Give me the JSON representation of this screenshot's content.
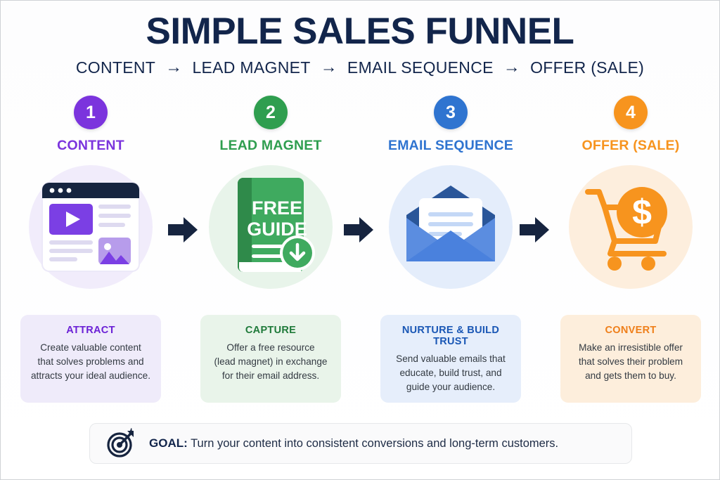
{
  "header": {
    "title": "SIMPLE SALES FUNNEL",
    "flow": [
      "CONTENT",
      "LEAD MAGNET",
      "EMAIL SEQUENCE",
      "OFFER (SALE)"
    ],
    "arrow_glyph": "→"
  },
  "colors": {
    "navy": "#12254b",
    "purple": "#7b34dd",
    "green": "#2f9e4f",
    "blue": "#2f74d0",
    "orange": "#f7941e",
    "page_bg": "#ffffff"
  },
  "steps": [
    {
      "number": "1",
      "label": "CONTENT",
      "accent": "#7b34dd",
      "circle_bg": "#f1ecfb",
      "icon": "browser-content-icon",
      "card": {
        "title": "ATTRACT",
        "title_color": "#6b21d6",
        "bg": "#efebfa",
        "text": "Create valuable content that solves problems and attracts your ideal audience.",
        "lines": [
          "Create valuable content",
          "that solves problems and",
          "attracts your ideal audience."
        ]
      }
    },
    {
      "number": "2",
      "label": "LEAD MAGNET",
      "accent": "#2f9e4f",
      "circle_bg": "#e8f4ea",
      "icon": "free-guide-book-icon",
      "book_text": [
        "FREE",
        "GUIDE"
      ],
      "card": {
        "title": "CAPTURE",
        "title_color": "#1f7a3a",
        "bg": "#e9f4ea",
        "text": "Offer a free resource (lead magnet) in exchange for their email address.",
        "lines": [
          "Offer a free resource",
          "(lead magnet) in exchange",
          "for their email address."
        ]
      }
    },
    {
      "number": "3",
      "label": "EMAIL SEQUENCE",
      "accent": "#2f74d0",
      "circle_bg": "#e4edfb",
      "icon": "open-envelope-icon",
      "card": {
        "title": "NURTURE & BUILD TRUST",
        "title_color": "#1a57b5",
        "bg": "#e6eefb",
        "text": "Send valuable emails that educate, build trust, and guide your audience.",
        "lines": [
          "Send valuable emails that",
          "educate, build trust, and",
          "guide your audience."
        ]
      }
    },
    {
      "number": "4",
      "label": "OFFER (SALE)",
      "accent": "#f7941e",
      "circle_bg": "#fdeedd",
      "icon": "shopping-cart-dollar-icon",
      "card": {
        "title": "CONVERT",
        "title_color": "#ef7f1a",
        "bg": "#fdeedc",
        "text": "Make an irresistible offer that solves their problem and gets them to buy.",
        "lines": [
          "Make an irresistible offer",
          "that solves their problem",
          "and gets them to buy."
        ]
      }
    }
  ],
  "goal": {
    "icon": "target-arrow-icon",
    "label": "GOAL:",
    "text": "Turn your content into consistent conversions and long-term customers."
  }
}
